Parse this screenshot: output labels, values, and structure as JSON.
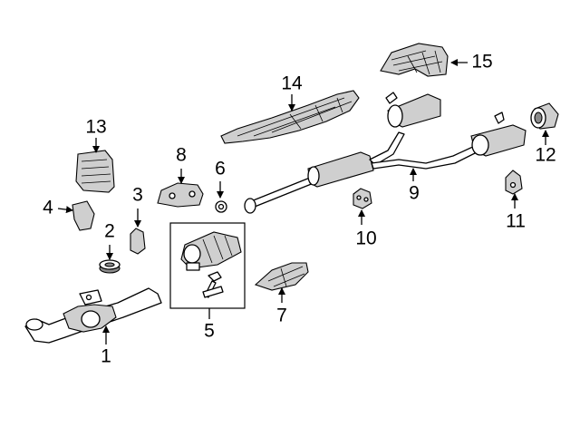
{
  "callouts": [
    {
      "id": "1",
      "text": "1"
    },
    {
      "id": "2",
      "text": "2"
    },
    {
      "id": "3",
      "text": "3"
    },
    {
      "id": "4",
      "text": "4"
    },
    {
      "id": "5",
      "text": "5"
    },
    {
      "id": "6",
      "text": "6"
    },
    {
      "id": "7",
      "text": "7"
    },
    {
      "id": "8",
      "text": "8"
    },
    {
      "id": "9",
      "text": "9"
    },
    {
      "id": "10",
      "text": "10"
    },
    {
      "id": "11",
      "text": "11"
    },
    {
      "id": "12",
      "text": "12"
    },
    {
      "id": "13",
      "text": "13"
    },
    {
      "id": "14",
      "text": "14"
    },
    {
      "id": "15",
      "text": "15"
    }
  ],
  "colors": {
    "line": "#000000",
    "background": "#ffffff",
    "shade": "#cfcfcf"
  }
}
